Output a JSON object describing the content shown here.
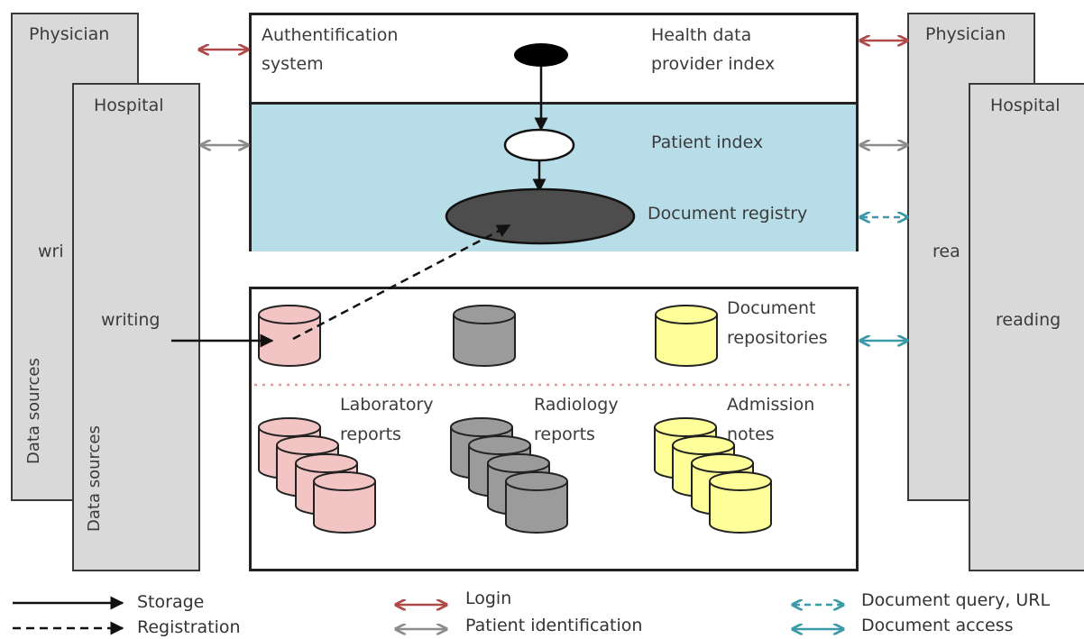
{
  "left_panels": {
    "physician": {
      "title": "Physician",
      "activity": "wri",
      "side_label": "Data sources"
    },
    "hospital": {
      "title": "Hospital",
      "activity": "writing",
      "side_label": "Data sources"
    }
  },
  "right_panels": {
    "physician": {
      "title": "Physician",
      "activity": "rea"
    },
    "hospital": {
      "title": "Hospital",
      "activity": "reading"
    }
  },
  "top_box": {
    "auth_line1": "Authentification",
    "auth_line2": "system",
    "hdpi_line1": "Health data",
    "hdpi_line2": "provider index",
    "patient_index": "Patient index",
    "document_registry": "Document registry"
  },
  "repo_box": {
    "repo_line1": "Document",
    "repo_line2": "repositories",
    "lab_line1": "Laboratory",
    "lab_line2": "reports",
    "rad_line1": "Radiology",
    "rad_line2": "reports",
    "adm_line1": "Admission",
    "adm_line2": "notes"
  },
  "legend": {
    "storage": "Storage",
    "registration": "Registration",
    "login": "Login",
    "patient_identification": "Patient identification",
    "document_query": "Document query, URL",
    "document_access": "Document access"
  },
  "colors": {
    "registry_band": "#b7dde8",
    "lab": "#f2c4c4",
    "radiology": "#9b9b9b",
    "admission": "#ffff99",
    "login_arrow": "#b04a4a",
    "patient_arrow": "#8c8c8c",
    "query_arrow": "#3a9aa8"
  }
}
